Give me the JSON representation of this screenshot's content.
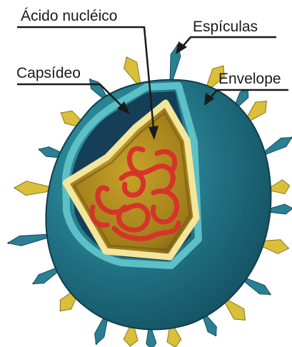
{
  "labels": {
    "acido_nucleico": "Ácido nucléico",
    "capsideo": "Capsídeo",
    "espiculas": "Espículas",
    "envelope": "Envelope"
  },
  "colors": {
    "envelope_outer": "#1f6f80",
    "envelope_light": "#3aa6b4",
    "envelope_band": "#5cc0c6",
    "envelope_inner": "#143f57",
    "capsid_border": "#f3e59a",
    "capsid_fill": "#b08a1e",
    "capsid_dark": "#6b5414",
    "nucleic_acid": "#d6342a",
    "spike_blue": "#2a7f94",
    "spike_yellow": "#d9bf3a",
    "leader_line": "#1a1a1a"
  }
}
